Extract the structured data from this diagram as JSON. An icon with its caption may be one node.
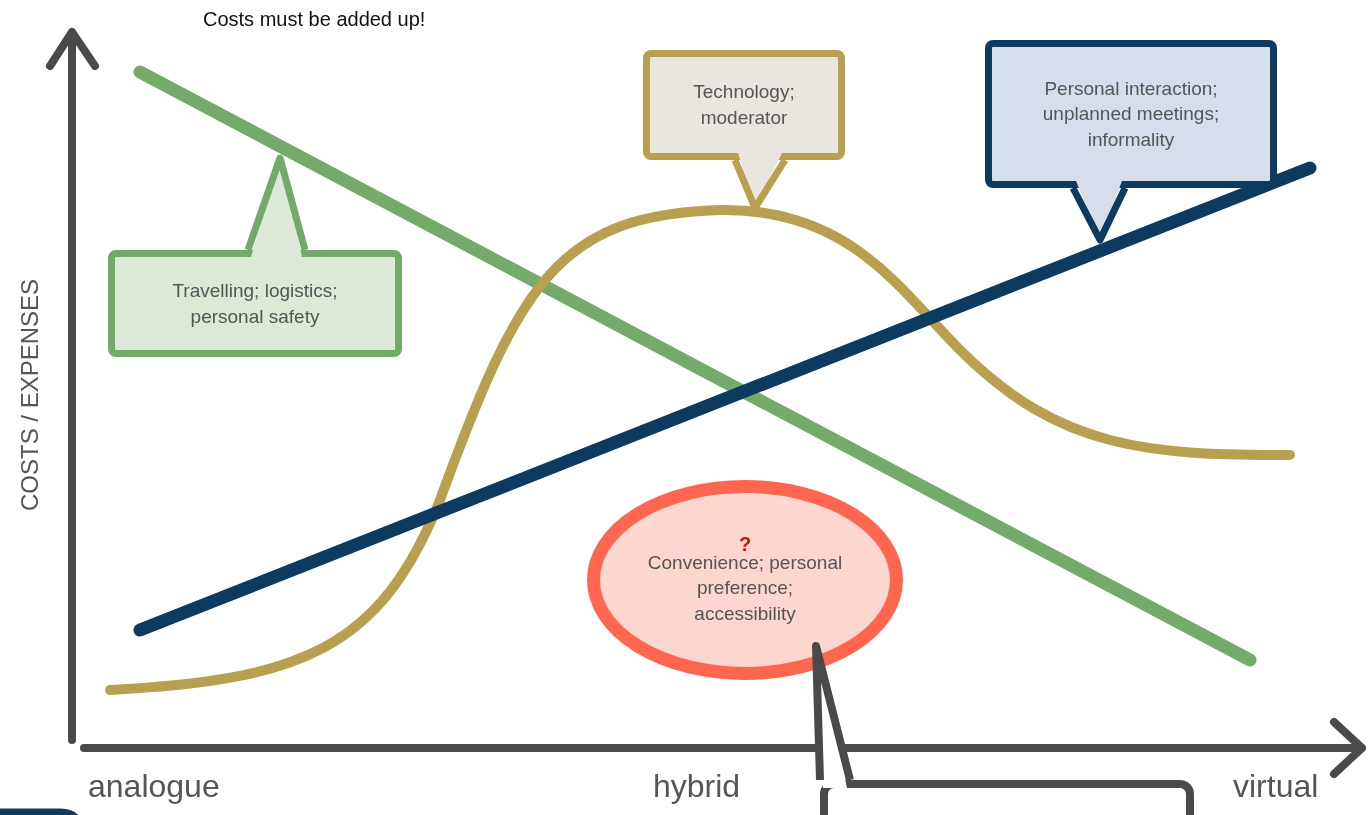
{
  "diagram": {
    "nodes": [
      {
        "text": [
          "Travelling; logistics; personal safety"
        ]
      },
      {
        "text": [
          "Technology; moderator"
        ]
      },
      {
        "text": [
          "Personal interaction; unplanned meetings; informality"
        ]
      },
      {
        "text": [
          "?",
          "Convenience; personal preference; accessibility"
        ]
      },
      {
        "text": [],
        "shape": "box"
      }
    ],
    "edges": [],
    "labels": [
      "Costs must be added up!",
      "COSTS / EXPENSES",
      "analogue",
      "hybrid",
      "virtual"
    ]
  }
}
